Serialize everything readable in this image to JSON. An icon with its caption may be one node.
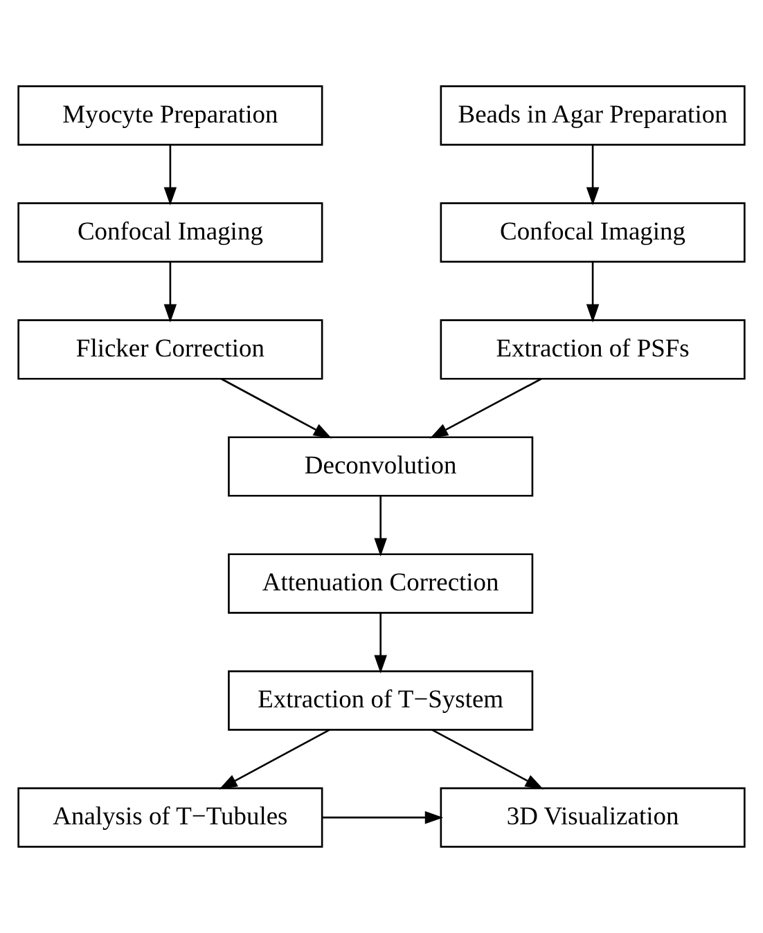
{
  "diagram": {
    "nodes": [
      {
        "text": [
          "Myocyte Preparation"
        ]
      },
      {
        "text": [
          "Beads in Agar Preparation"
        ]
      },
      {
        "text": [
          "Confocal Imaging"
        ]
      },
      {
        "text": [
          "Confocal Imaging"
        ]
      },
      {
        "text": [
          "Flicker Correction"
        ]
      },
      {
        "text": [
          "Extraction of PSFs"
        ]
      },
      {
        "text": [
          "Deconvolution"
        ]
      },
      {
        "text": [
          "Attenuation Correction"
        ]
      },
      {
        "text": [
          "Extraction of T−System"
        ]
      },
      {
        "text": [
          "Analysis of T−Tubules"
        ]
      },
      {
        "text": [
          "3D Visualization"
        ]
      }
    ],
    "edges": [
      {
        "from": 0,
        "to": 2,
        "arrow": "to"
      },
      {
        "from": 1,
        "to": 3,
        "arrow": "to"
      },
      {
        "from": 2,
        "to": 4,
        "arrow": "to"
      },
      {
        "from": 3,
        "to": 5,
        "arrow": "to"
      },
      {
        "from": 4,
        "to": 6,
        "arrow": "to"
      },
      {
        "from": 5,
        "to": 6,
        "arrow": "to"
      },
      {
        "from": 6,
        "to": 7,
        "arrow": "to"
      },
      {
        "from": 7,
        "to": 8,
        "arrow": "to"
      },
      {
        "from": 8,
        "to": 9,
        "arrow": "to"
      },
      {
        "from": 8,
        "to": 10,
        "arrow": "to"
      },
      {
        "from": 9,
        "to": 10,
        "arrow": "to"
      }
    ]
  }
}
